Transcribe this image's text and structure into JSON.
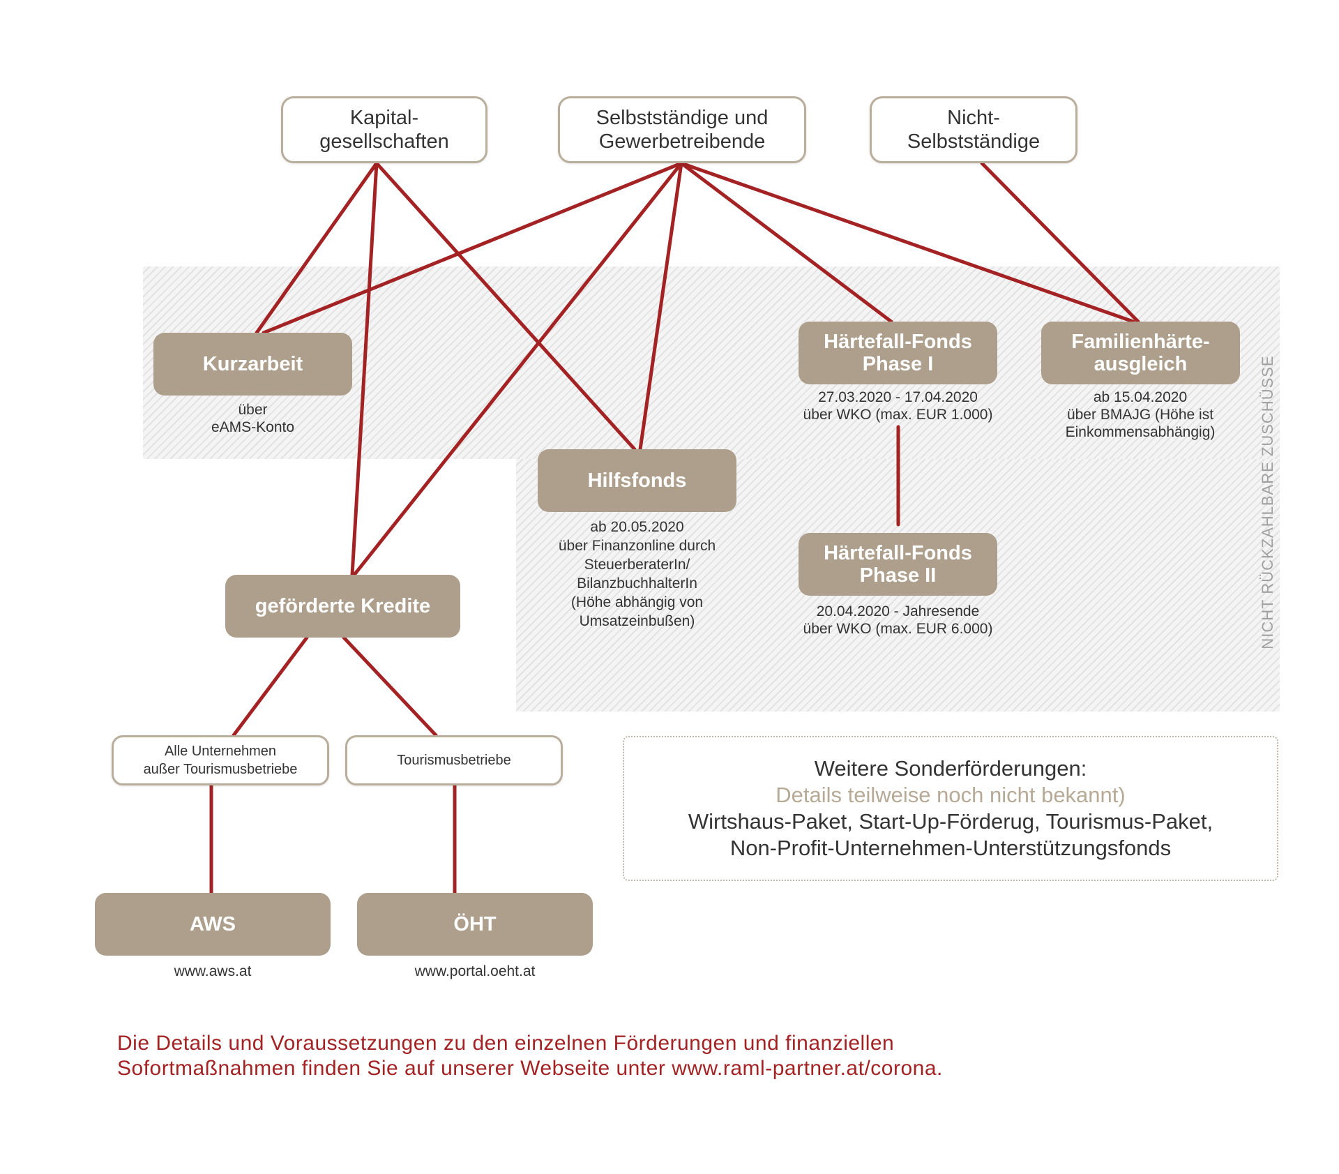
{
  "colors": {
    "connector": "#a32224",
    "fund_box": "#ad9f8b",
    "category_border": "#b9ad9c",
    "footer_text": "#a32224",
    "muted_text": "#b6a996"
  },
  "categories": {
    "kapital": "Kapital-\ngesellschaften",
    "selbst": "Selbstständige und\nGewerbetreibende",
    "nicht": "Nicht-\nSelbstständige"
  },
  "programs": {
    "kurzarbeit": {
      "label": "Kurzarbeit",
      "note": "über\neAMS-Konto"
    },
    "hilfsfonds": {
      "label": "Hilfsfonds",
      "note": "ab 20.05.2020\nüber Finanzonline durch\nSteuerberaterIn/\nBilanzbuchhalterIn\n(Höhe abhängig von\nUmsatzeinbußen)"
    },
    "haerte1": {
      "label": "Härtefall-Fonds\nPhase I",
      "note": "27.03.2020 - 17.04.2020\nüber WKO (max. EUR 1.000)"
    },
    "haerte2": {
      "label": "Härtefall-Fonds\nPhase II",
      "note": "20.04.2020 - Jahresende\nüber WKO (max. EUR 6.000)"
    },
    "familie": {
      "label": "Familienhärte-\nausgleich",
      "note": "ab 15.04.2020\nüber BMAJG (Höhe ist\nEinkommensabhängig)"
    },
    "kredite": {
      "label": "geförderte Kredite"
    }
  },
  "credit_targets": {
    "alle": "Alle Unternehmen\naußer Tourismusbetriebe",
    "tourismus": "Tourismusbetriebe"
  },
  "banks": {
    "aws": {
      "label": "AWS",
      "url": "www.aws.at"
    },
    "oeht": {
      "label": "ÖHT",
      "url": "www.portal.oeht.at"
    }
  },
  "zone_label": "NICHT RÜCKZAHLBARE ZUSCHÜSSE",
  "special": {
    "title": "Weitere Sonderförderungen:",
    "subtitle": "Details teilweise noch nicht bekannt)",
    "line1": "Wirtshaus-Paket, Start-Up-Förderug, Tourismus-Paket,",
    "line2": "Non-Profit-Unternehmen-Unterstützungsfonds"
  },
  "footer": {
    "line1": "Die Details und Voraussetzungen zu den einzelnen Förderungen und finanziellen",
    "line2": "Sofortmaßnahmen finden Sie auf unserer Webseite unter www.raml-partner.at/corona."
  },
  "edges": [
    [
      "kapital",
      "kurzarbeit"
    ],
    [
      "kapital",
      "kredite"
    ],
    [
      "kapital",
      "hilfsfonds"
    ],
    [
      "selbst",
      "kurzarbeit"
    ],
    [
      "selbst",
      "kredite"
    ],
    [
      "selbst",
      "hilfsfonds"
    ],
    [
      "selbst",
      "haerte1"
    ],
    [
      "selbst",
      "familie"
    ],
    [
      "nicht",
      "familie"
    ],
    [
      "haerte1",
      "haerte2"
    ],
    [
      "kredite",
      "alle"
    ],
    [
      "kredite",
      "tourismus"
    ],
    [
      "alle",
      "aws"
    ],
    [
      "tourismus",
      "oeht"
    ]
  ]
}
